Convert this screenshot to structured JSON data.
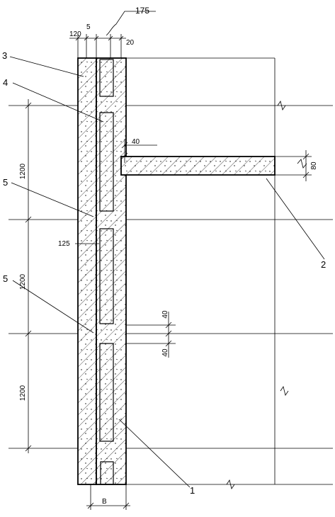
{
  "dimensions": {
    "top_total": "175",
    "top_left_outer": "120",
    "top_gap": "5",
    "top_right": "20",
    "spacing_1": "1200",
    "spacing_2": "1200",
    "spacing_3": "1200",
    "slab_gap": "40",
    "slab_thickness": "80",
    "side_width": "125",
    "joint_upper": "40",
    "joint_lower": "40",
    "bottom_width": "B"
  },
  "callouts": {
    "c3": "3",
    "c4": "4",
    "c5a": "5",
    "c5b": "5",
    "c2": "2",
    "c1": "1"
  }
}
